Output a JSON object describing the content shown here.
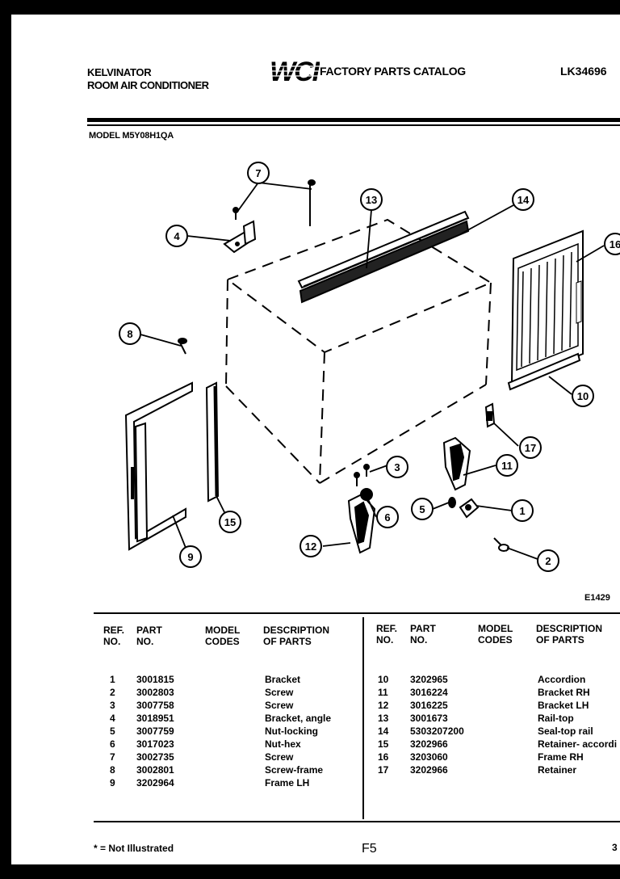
{
  "header": {
    "brand": "KELVINATOR",
    "product": "ROOM AIR CONDITIONER",
    "logo_text": "WCI",
    "catalog_title": "FACTORY PARTS CATALOG",
    "catalog_no": "LK34696",
    "model_line": "MODEL M5Y08H1QA"
  },
  "diagram": {
    "figure_id": "E1429",
    "callouts": [
      "1",
      "2",
      "3",
      "4",
      "5",
      "6",
      "7",
      "8",
      "9",
      "10",
      "11",
      "12",
      "13",
      "14",
      "15",
      "16",
      "17"
    ]
  },
  "table": {
    "headers": {
      "ref": [
        "REF.",
        "NO."
      ],
      "part": [
        "PART",
        "NO."
      ],
      "model": [
        "MODEL",
        "CODES"
      ],
      "desc": [
        "DESCRIPTION",
        "OF PARTS"
      ]
    },
    "left_rows": [
      {
        "ref": "1",
        "part": "3001815",
        "desc": "Bracket"
      },
      {
        "ref": "2",
        "part": "3002803",
        "desc": "Screw"
      },
      {
        "ref": "3",
        "part": "3007758",
        "desc": "Screw"
      },
      {
        "ref": "4",
        "part": "3018951",
        "desc": "Bracket, angle"
      },
      {
        "ref": "5",
        "part": "3007759",
        "desc": "Nut-locking"
      },
      {
        "ref": "6",
        "part": "3017023",
        "desc": "Nut-hex"
      },
      {
        "ref": "7",
        "part": "3002735",
        "desc": "Screw"
      },
      {
        "ref": "8",
        "part": "3002801",
        "desc": "Screw-frame"
      },
      {
        "ref": "9",
        "part": "3202964",
        "desc": "Frame LH"
      }
    ],
    "right_rows": [
      {
        "ref": "10",
        "part": "3202965",
        "desc": "Accordion"
      },
      {
        "ref": "11",
        "part": "3016224",
        "desc": "Bracket RH"
      },
      {
        "ref": "12",
        "part": "3016225",
        "desc": "Bracket LH"
      },
      {
        "ref": "13",
        "part": "3001673",
        "desc": "Rail-top"
      },
      {
        "ref": "14",
        "part": "5303207200",
        "desc": "Seal-top rail"
      },
      {
        "ref": "15",
        "part": "3202966",
        "desc": "Retainer- accordi"
      },
      {
        "ref": "16",
        "part": "3203060",
        "desc": "Frame RH"
      },
      {
        "ref": "17",
        "part": "3202966",
        "desc": "Retainer"
      }
    ]
  },
  "footer": {
    "footnote": "* = Not Illustrated",
    "page": "F5",
    "tail": "3"
  }
}
